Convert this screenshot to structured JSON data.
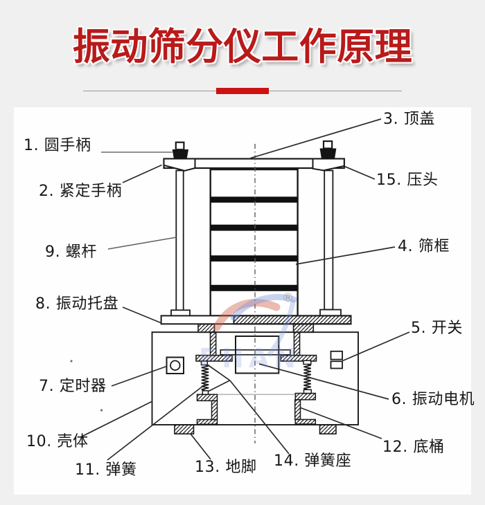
{
  "header": {
    "title": "振动筛分仪工作原理",
    "title_color": "#b91a1a",
    "accent_color": "#cc1212"
  },
  "diagram": {
    "labels": [
      {
        "num": 1,
        "text": "1. 圆手柄",
        "part": "round-handle"
      },
      {
        "num": 2,
        "text": "2. 紧定手柄",
        "part": "locking-handle"
      },
      {
        "num": 3,
        "text": "3. 顶盖",
        "part": "top-cover"
      },
      {
        "num": 15,
        "text": "15. 压头",
        "part": "press-head"
      },
      {
        "num": 9,
        "text": "9. 螺杆",
        "part": "screw-rod"
      },
      {
        "num": 4,
        "text": "4. 筛框",
        "part": "sieve-frame"
      },
      {
        "num": 8,
        "text": "8. 振动托盘",
        "part": "vibration-tray"
      },
      {
        "num": 5,
        "text": "5. 开关",
        "part": "switch"
      },
      {
        "num": 7,
        "text": "7. 定时器",
        "part": "timer"
      },
      {
        "num": 6,
        "text": "6. 振动电机",
        "part": "vibration-motor"
      },
      {
        "num": 10,
        "text": "10. 壳体",
        "part": "housing"
      },
      {
        "num": 12,
        "text": "12. 底桶",
        "part": "bottom-barrel"
      },
      {
        "num": 11,
        "text": "11. 弹簧",
        "part": "spring"
      },
      {
        "num": 13,
        "text": "13. 地脚",
        "part": "foot"
      },
      {
        "num": 14,
        "text": "14. 弹簧座",
        "part": "spring-seat"
      }
    ],
    "watermark": {
      "registered": "®",
      "letters": "FHAN",
      "red": "#d45c4a",
      "blue": "#7d9bda"
    },
    "line_color": "#1a1a1a"
  }
}
